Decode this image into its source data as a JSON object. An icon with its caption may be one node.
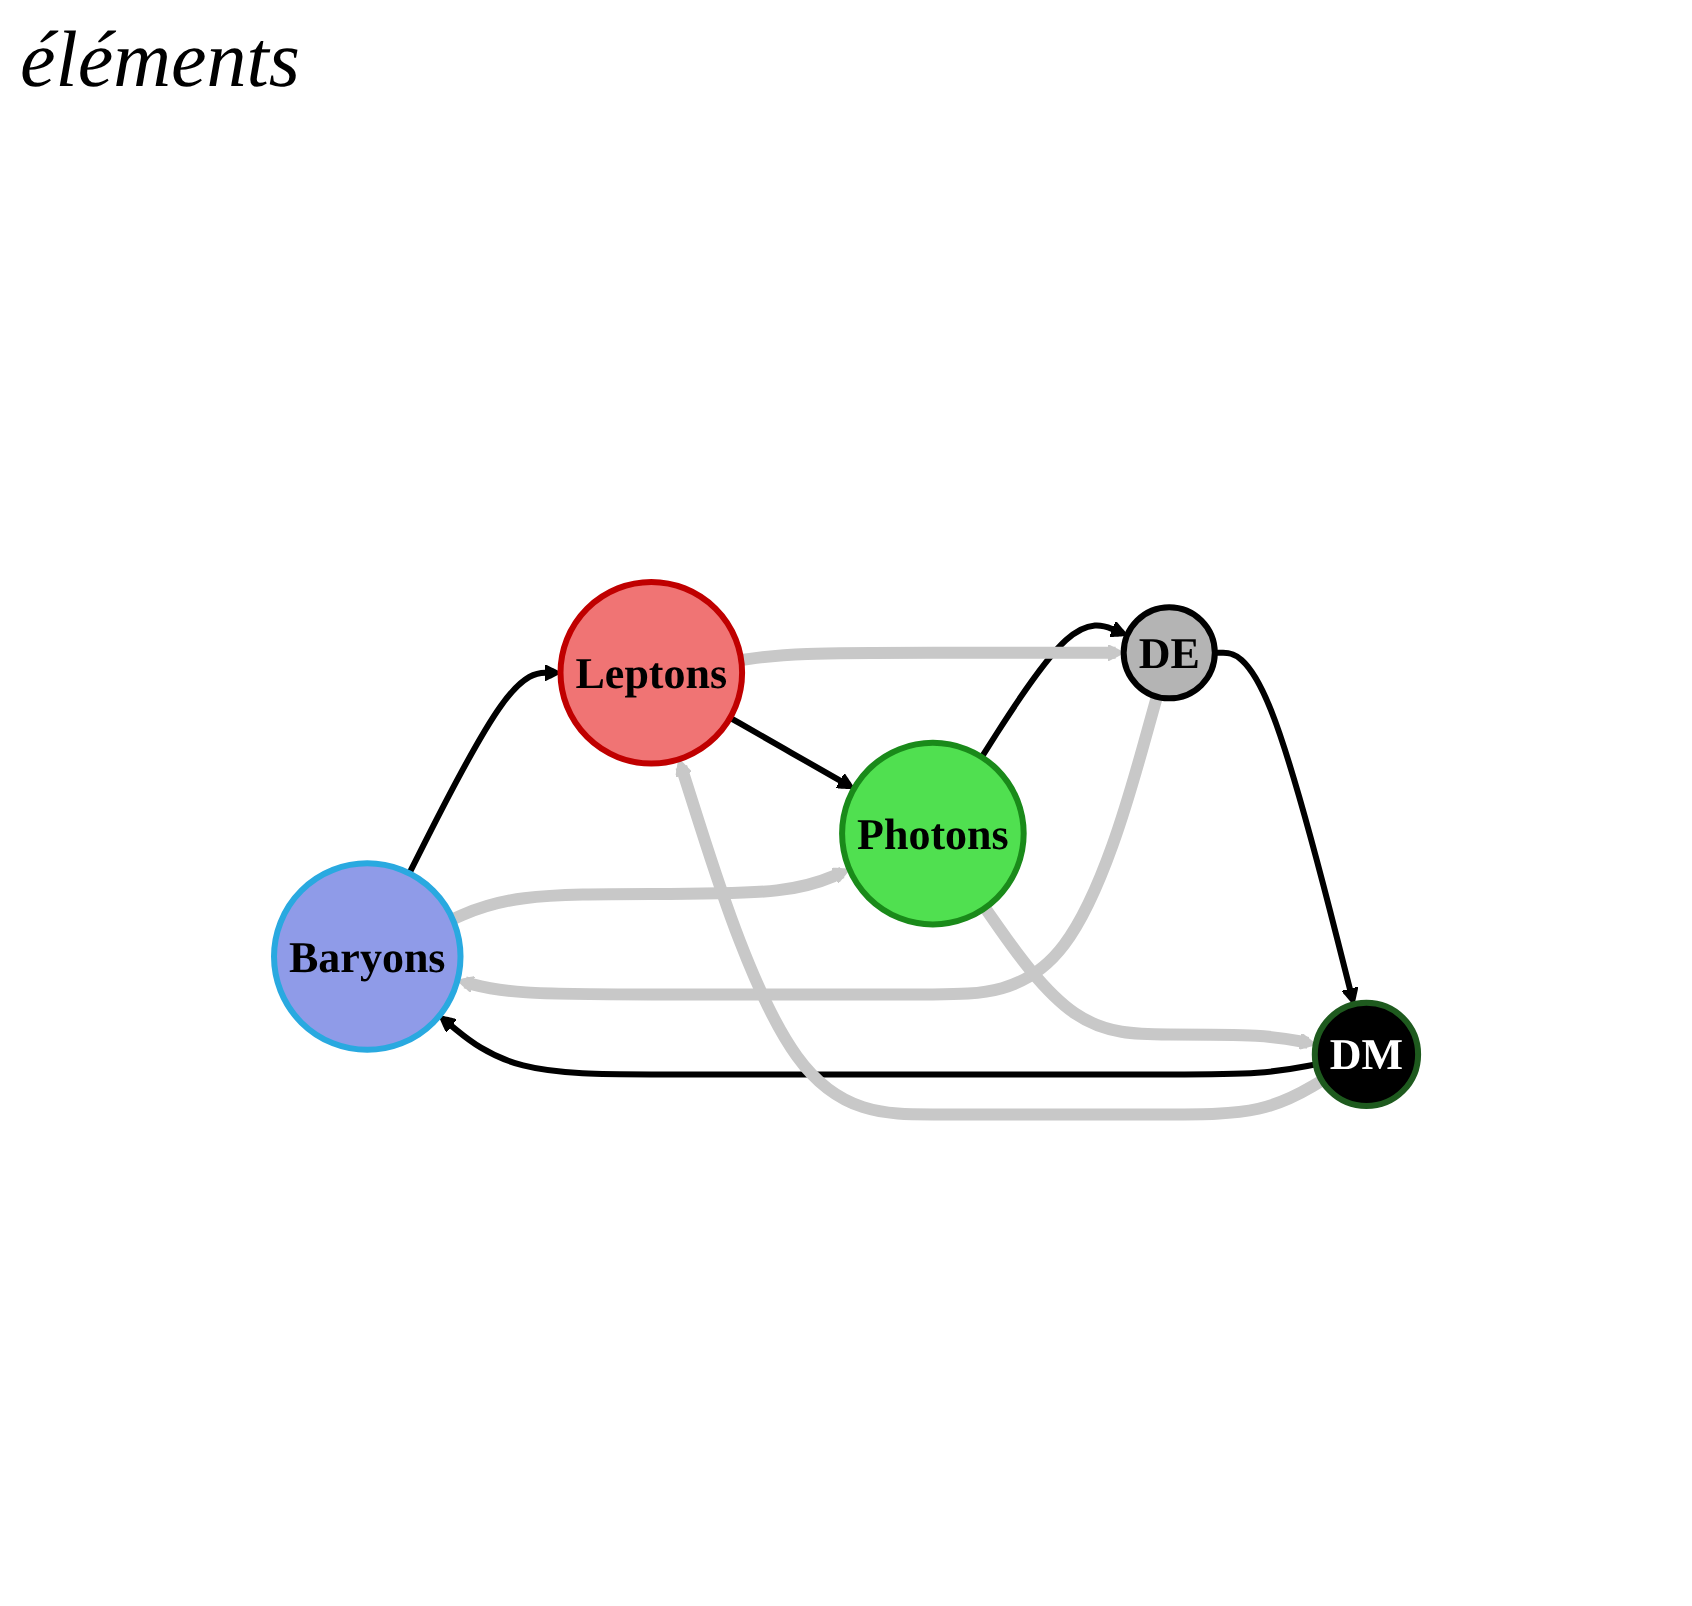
{
  "diagram": {
    "title": "éléments",
    "nodes": [
      {
        "text": [
          "Baryons"
        ]
      },
      {
        "text": [
          "Leptons"
        ]
      },
      {
        "text": [
          "Photons"
        ]
      },
      {
        "text": [
          "DE"
        ]
      },
      {
        "text": [
          "DM"
        ]
      }
    ],
    "edges": [
      {
        "from": 0,
        "to": 1,
        "arrow": "to"
      },
      {
        "from": 1,
        "to": 2,
        "arrow": "to"
      },
      {
        "from": 2,
        "to": 3,
        "arrow": "to"
      },
      {
        "from": 3,
        "to": 4,
        "arrow": "to"
      },
      {
        "from": 4,
        "to": 0,
        "arrow": "to"
      },
      {
        "from": 4,
        "to": 1,
        "arrow": "to",
        "style": "thick",
        "color": "#c8c8c8"
      },
      {
        "from": 0,
        "to": 2,
        "arrow": "to",
        "style": "thick",
        "color": "#c8c8c8"
      },
      {
        "from": 1,
        "to": 3,
        "arrow": "to",
        "style": "thick",
        "color": "#c8c8c8"
      },
      {
        "from": 3,
        "to": 0,
        "arrow": "to",
        "style": "thick",
        "color": "#c8c8c8"
      },
      {
        "from": 2,
        "to": 4,
        "arrow": "to",
        "style": "thick",
        "color": "#c8c8c8"
      }
    ]
  }
}
